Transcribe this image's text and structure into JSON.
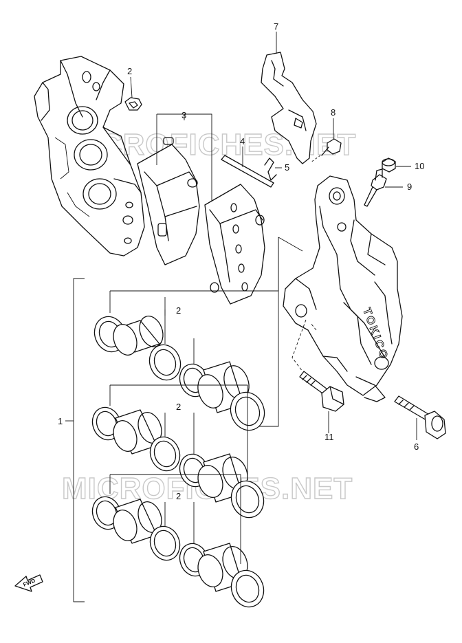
{
  "watermark": "MICROFICHES.NET",
  "fwd_label": "FWD",
  "callouts": {
    "c1": "1",
    "c2a": "2",
    "c2b": "2",
    "c2c": "2",
    "c2d": "2",
    "c3": "3",
    "c4": "4",
    "c5": "5",
    "c6": "6",
    "c7": "7",
    "c8": "8",
    "c9": "9",
    "c10": "10",
    "c11": "11"
  },
  "caliper_lettering": "TOKICO"
}
